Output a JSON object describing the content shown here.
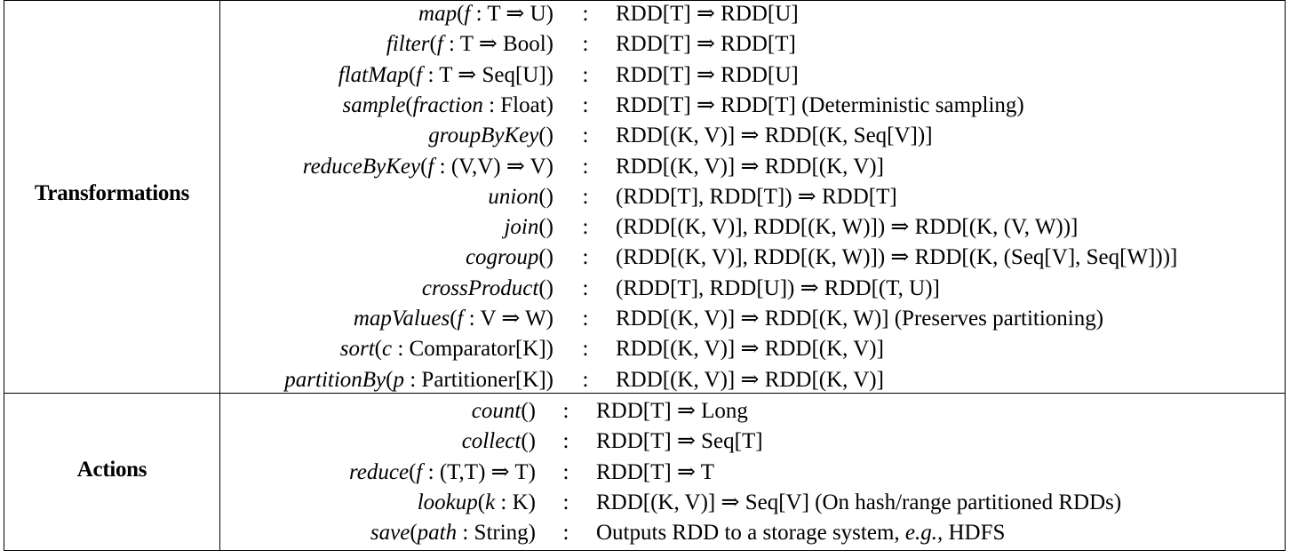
{
  "transformations": {
    "label": "Transformations",
    "rows": [
      {
        "name": "map",
        "args": "(f : T ⇒ U)",
        "colon": ":",
        "signature": "RDD[T] ⇒ RDD[U]"
      },
      {
        "name": "filter",
        "args": "(f : T ⇒ Bool)",
        "colon": ":",
        "signature": "RDD[T] ⇒ RDD[T]"
      },
      {
        "name": "flatMap",
        "args": "(f : T ⇒ Seq[U])",
        "colon": ":",
        "signature": "RDD[T] ⇒ RDD[U]"
      },
      {
        "name": "sample",
        "args": "(fraction : Float)",
        "colon": ":",
        "signature": "RDD[T] ⇒ RDD[T]  (Deterministic sampling)"
      },
      {
        "name": "groupByKey",
        "args": "()",
        "colon": ":",
        "signature": "RDD[(K, V)] ⇒ RDD[(K, Seq[V])]"
      },
      {
        "name": "reduceByKey",
        "args": "(f : (V,V) ⇒ V)",
        "colon": ":",
        "signature": "RDD[(K, V)] ⇒ RDD[(K, V)]"
      },
      {
        "name": "union",
        "args": "()",
        "colon": ":",
        "signature": "(RDD[T], RDD[T]) ⇒ RDD[T]"
      },
      {
        "name": "join",
        "args": "()",
        "colon": ":",
        "signature": "(RDD[(K, V)], RDD[(K, W)]) ⇒ RDD[(K, (V, W))]"
      },
      {
        "name": "cogroup",
        "args": "()",
        "colon": ":",
        "signature": "(RDD[(K, V)], RDD[(K, W)]) ⇒ RDD[(K, (Seq[V], Seq[W]))]"
      },
      {
        "name": "crossProduct",
        "args": "()",
        "colon": ":",
        "signature": "(RDD[T], RDD[U]) ⇒ RDD[(T, U)]"
      },
      {
        "name": "mapValues",
        "args": "(f : V ⇒ W)",
        "colon": ":",
        "signature": "RDD[(K, V)] ⇒ RDD[(K, W)]  (Preserves partitioning)"
      },
      {
        "name": "sort",
        "args": "(c : Comparator[K])",
        "colon": ":",
        "signature": "RDD[(K, V)] ⇒ RDD[(K, V)]"
      },
      {
        "name": "partitionBy",
        "args": "(p : Partitioner[K])",
        "colon": ":",
        "signature": "RDD[(K, V)] ⇒ RDD[(K, V)]"
      }
    ]
  },
  "actions": {
    "label": "Actions",
    "rows": [
      {
        "name": "count",
        "args": "()",
        "colon": ":",
        "signature": "RDD[T] ⇒ Long"
      },
      {
        "name": "collect",
        "args": "()",
        "colon": ":",
        "signature": "RDD[T] ⇒ Seq[T]"
      },
      {
        "name": "reduce",
        "args": "(f : (T,T) ⇒ T)",
        "colon": ":",
        "signature": "RDD[T] ⇒ T"
      },
      {
        "name": "lookup",
        "args": "(k : K)",
        "colon": ":",
        "signature": "RDD[(K, V)] ⇒ Seq[V]  (On hash/range partitioned RDDs)"
      },
      {
        "name": "save",
        "args": "(path : String)",
        "colon": ":",
        "signature": "Outputs RDD to a storage system, e.g., HDFS"
      }
    ]
  }
}
